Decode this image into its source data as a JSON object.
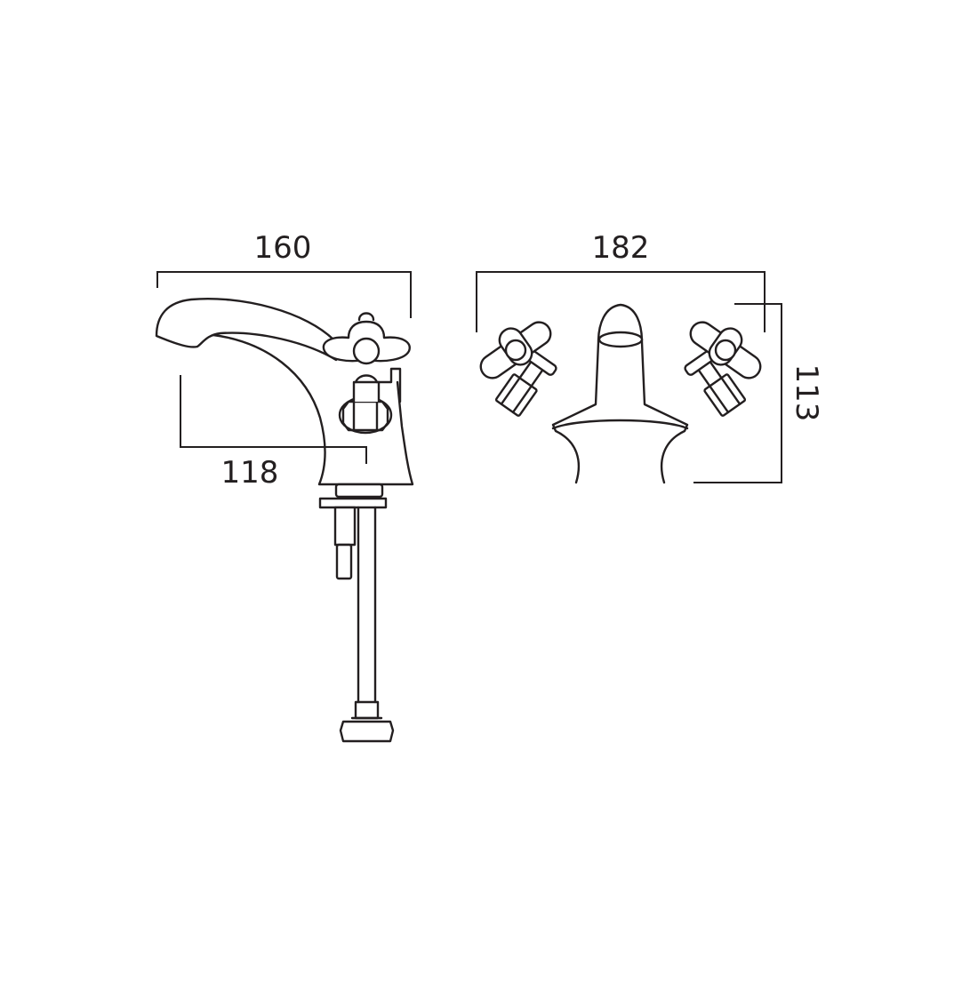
{
  "side_view": {
    "overall_length": "160",
    "spout_projection": "118"
  },
  "front_view": {
    "overall_width": "182",
    "height": "113"
  },
  "colors": {
    "line": "#231f20",
    "background": "#ffffff"
  }
}
